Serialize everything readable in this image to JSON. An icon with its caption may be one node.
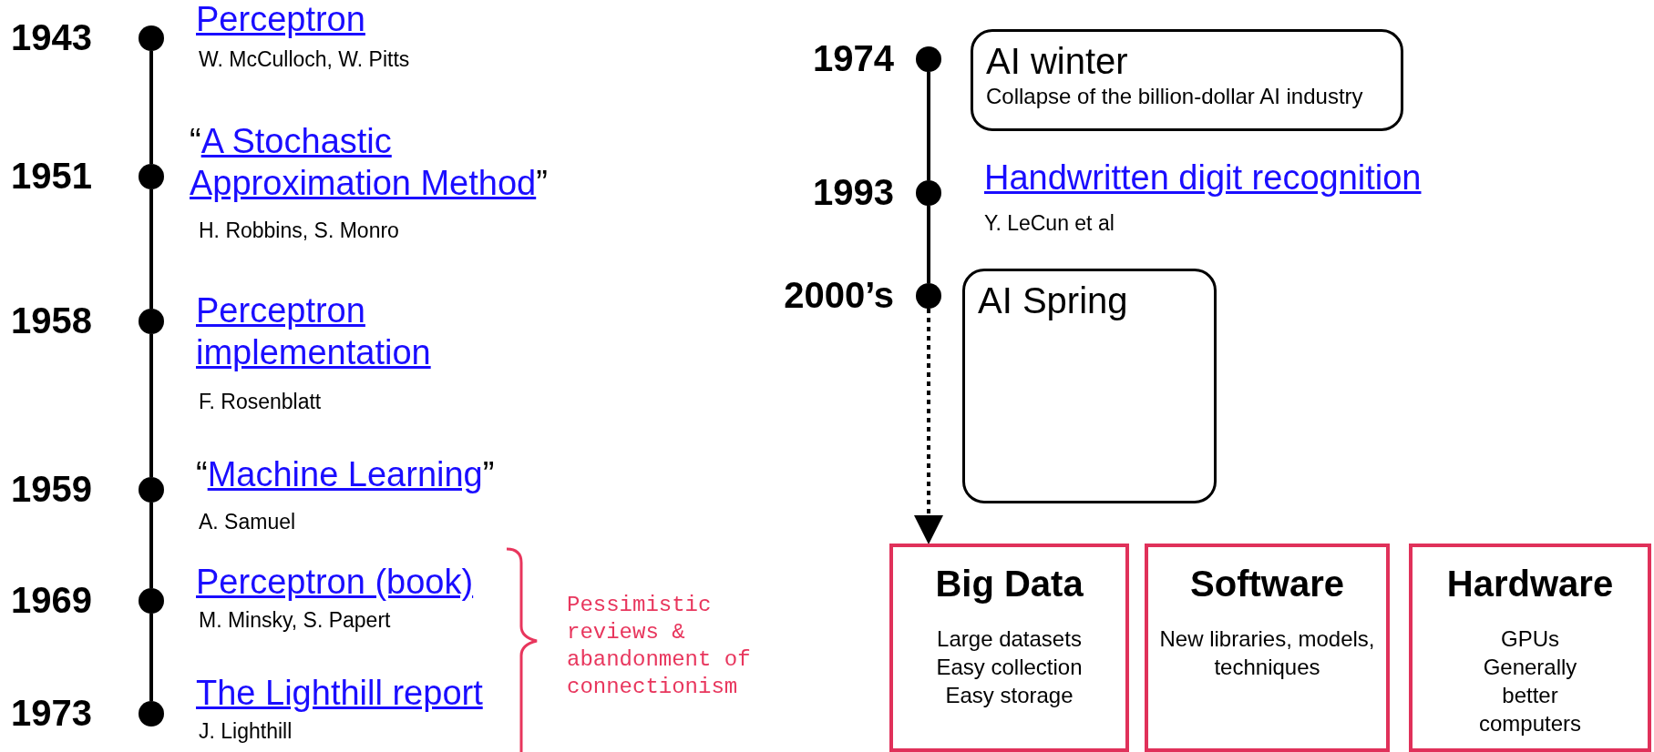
{
  "diagram": {
    "nodes": [
      {
        "text": [],
        "shape": "circle",
        "beside": [
          "1943"
        ]
      },
      {
        "text": [],
        "shape": "circle",
        "beside": [
          "1951"
        ]
      },
      {
        "text": [],
        "shape": "circle",
        "beside": [
          "1958"
        ]
      },
      {
        "text": [],
        "shape": "circle",
        "beside": [
          "1959"
        ]
      },
      {
        "text": [],
        "shape": "circle",
        "beside": [
          "1969"
        ]
      },
      {
        "text": [],
        "shape": "circle",
        "beside": [
          "1973"
        ]
      },
      {
        "text": [],
        "shape": "circle",
        "beside": [
          "1974"
        ]
      },
      {
        "text": [
          "AI winter",
          "Collapse of the billion-dollar AI industry"
        ]
      },
      {
        "text": [],
        "shape": "circle",
        "beside": [
          "1993"
        ]
      },
      {
        "text": [],
        "shape": "circle",
        "beside": [
          "2000’s"
        ]
      },
      {
        "text": [
          "AI Spring"
        ]
      },
      {
        "text": [
          "Big Data",
          "Large datasets Easy collection Easy storage"
        ]
      },
      {
        "text": [
          "Software",
          "New libraries, models, techniques"
        ]
      },
      {
        "text": [
          "Hardware",
          "GPUs Generally better computers"
        ]
      }
    ],
    "edges": [
      {
        "from": 0,
        "to": 1,
        "arrow": "none"
      },
      {
        "from": 1,
        "to": 2,
        "arrow": "none"
      },
      {
        "from": 2,
        "to": 3,
        "arrow": "none"
      },
      {
        "from": 3,
        "to": 4,
        "arrow": "none"
      },
      {
        "from": 4,
        "to": 5,
        "arrow": "none"
      },
      {
        "from": 6,
        "to": 8,
        "arrow": "none"
      },
      {
        "from": 8,
        "to": 9,
        "arrow": "none"
      },
      {
        "from": 9,
        "to": 11,
        "arrow": "to",
        "style": "dashed"
      }
    ],
    "labels": [
      "Perceptron",
      "W. McCulloch, W. Pitts",
      "“A Stochastic Approximation Method”",
      "H. Robbins, S. Monro",
      "Perceptron implementation",
      "F. Rosenblatt",
      "“Machine Learning”",
      "A. Samuel",
      "Perceptron (book)",
      "M. Minsky,  S. Papert",
      "The Lighthill report",
      "J. Lighthill",
      "Pessimistic reviews & abandonment of connectionism",
      "Handwritten digit recognition",
      "Y. LeCun et al"
    ]
  }
}
